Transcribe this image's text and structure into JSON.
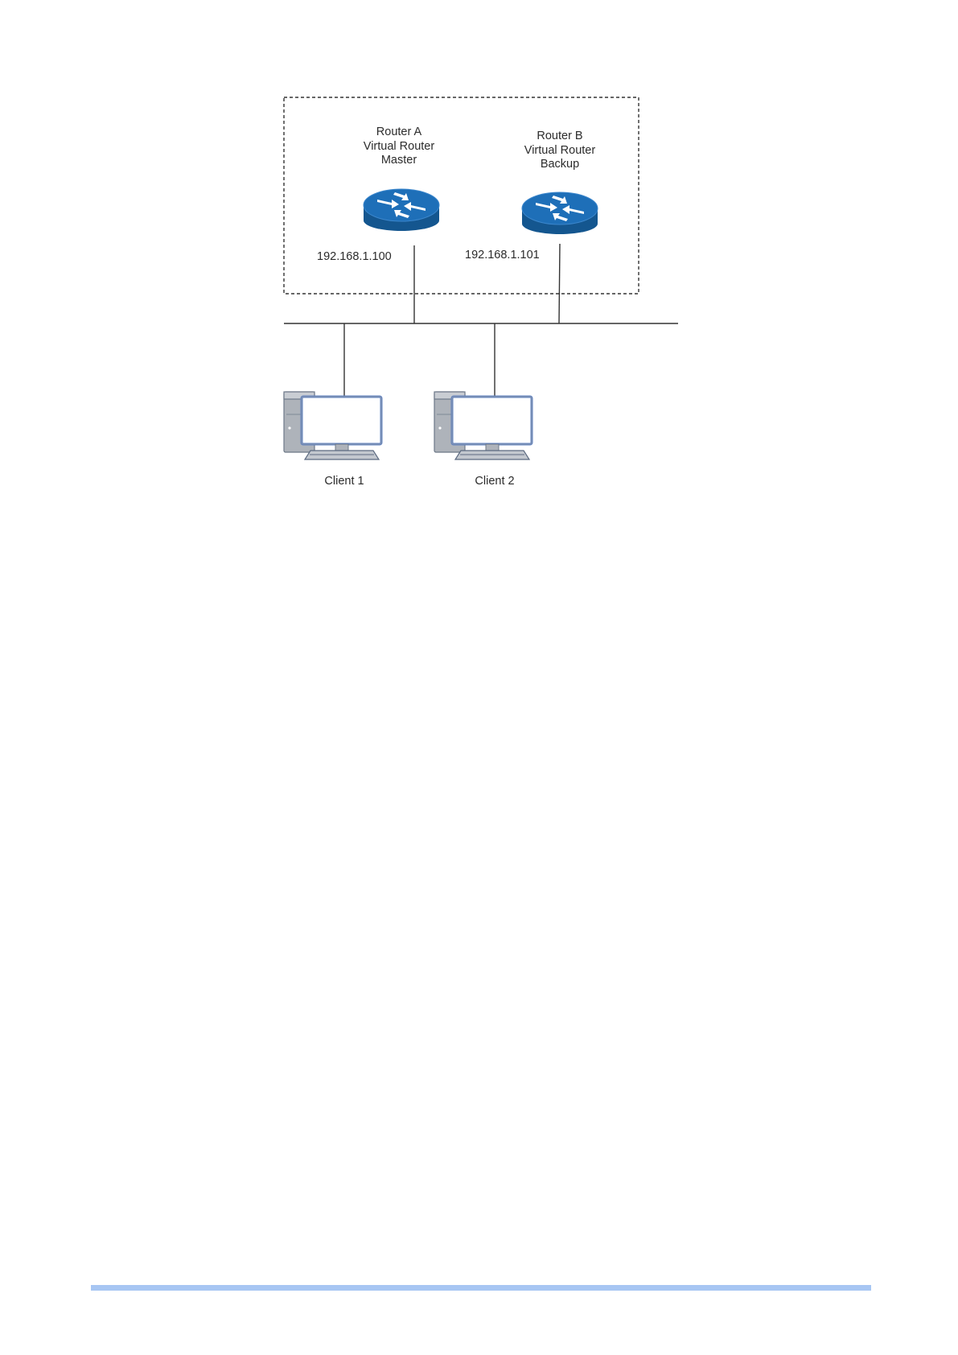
{
  "routers": [
    {
      "name": "Router A",
      "role_line": "Virtual Router",
      "state": "Master",
      "ip": "192.168.1.100",
      "icon": "router-icon"
    },
    {
      "name": "Router B",
      "role_line": "Virtual Router",
      "state": "Backup",
      "ip": "192.168.1.101",
      "icon": "router-icon"
    }
  ],
  "clients": [
    {
      "label": "Client 1",
      "icon": "desktop-computer-icon"
    },
    {
      "label": "Client 2",
      "icon": "desktop-computer-icon"
    }
  ],
  "colors": {
    "router_blue": "#1e6fb8",
    "router_dark": "#14568f",
    "computer_grey": "#aeb3ba",
    "computer_stroke": "#5c6a80",
    "screen_border": "#5d80c2",
    "line": "#333333",
    "footer_rule": "#a7c6f3"
  }
}
